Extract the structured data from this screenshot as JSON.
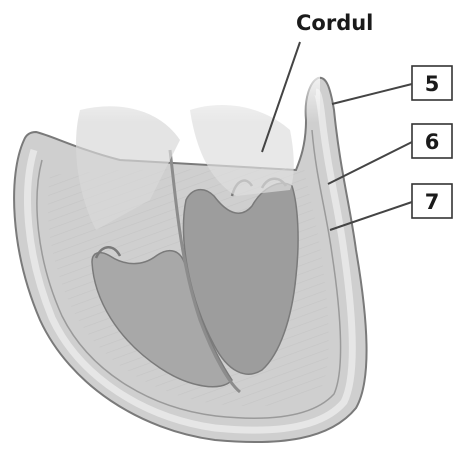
{
  "title": "Cordul",
  "labels": {
    "label_5": "5",
    "label_6": "6",
    "label_7": "7"
  },
  "colors": {
    "outer_wall": "#b9b9b9",
    "layer_band": "#e2e2e2",
    "myocardium": "#cfcfcf",
    "cavity": "#9d9d9d",
    "outline": "#7a7a7a",
    "text": "#1a1a1a"
  }
}
